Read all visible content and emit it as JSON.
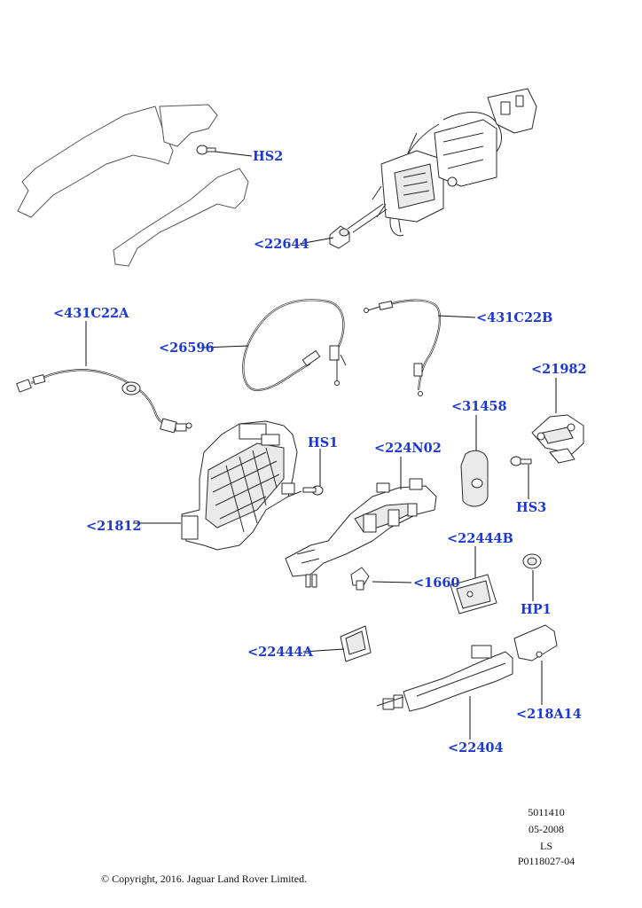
{
  "callouts": {
    "hs2": "HS2",
    "c22644": "<22644",
    "c431C22A": "<431C22A",
    "c26596": "<26596",
    "c431C22B": "<431C22B",
    "c21982": "<21982",
    "c31458": "<31458",
    "hs1": "HS1",
    "c224N02": "<224N02",
    "c21812": "<21812",
    "hs3": "HS3",
    "c22444B": "<22444B",
    "c1660": "<1660",
    "hp1": "HP1",
    "c22444A": "<22444A",
    "c218A14": "<218A14",
    "c22404": "<22404"
  },
  "meta": {
    "line1": "5011410",
    "line2": "05-2008",
    "line3": "LS",
    "line4": "P0118027-04"
  },
  "copyright": "© Copyright, 2016. Jaguar Land Rover Limited.",
  "colors": {
    "callout": "#1c38d6",
    "line": "#2a2a2a"
  }
}
